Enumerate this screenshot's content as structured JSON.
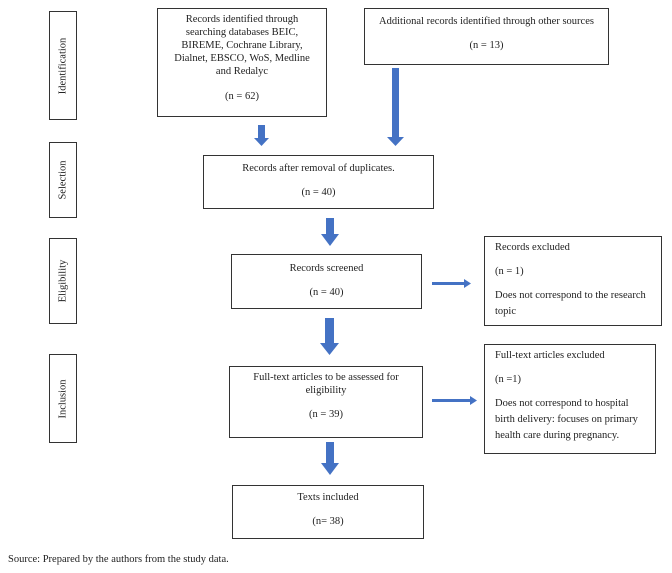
{
  "stages": {
    "identification": "Identification",
    "selection": "Selection",
    "eligibility": "Eligibility",
    "inclusion": "Inclusion"
  },
  "boxes": {
    "records_identified": {
      "lines": [
        "Records identified through",
        "searching databases BEIC,",
        "BIREME, Cochrane Library,",
        "Dialnet, EBSCO, WoS, Medline",
        "and Redalyc"
      ],
      "count": "(n = 62)"
    },
    "additional_records": {
      "text": "Additional records identified through other sources",
      "count": "(n = 13)"
    },
    "after_duplicates": {
      "text": "Records after removal of duplicates.",
      "count": "(n = 40)"
    },
    "screened": {
      "text": "Records screened",
      "count": "(n = 40)"
    },
    "excluded": {
      "title": "Records excluded",
      "count": "(n = 1)",
      "reason_lines": [
        "Does not correspond to the research",
        "topic"
      ]
    },
    "fulltext_assessed": {
      "lines": [
        "Full-text articles to be assessed for",
        "eligibility"
      ],
      "count": "(n = 39)"
    },
    "fulltext_excluded": {
      "title": "Full-text articles excluded",
      "count": "(n =1)",
      "reason_lines": [
        "Does not correspond to hospital",
        "birth delivery: focuses on primary",
        "health care during pregnancy."
      ]
    },
    "included": {
      "text": "Texts included",
      "count": "(n= 38)"
    }
  },
  "colors": {
    "arrow": "#4472c4",
    "border": "#333333"
  },
  "source": "Source: Prepared by the authors from the study data."
}
